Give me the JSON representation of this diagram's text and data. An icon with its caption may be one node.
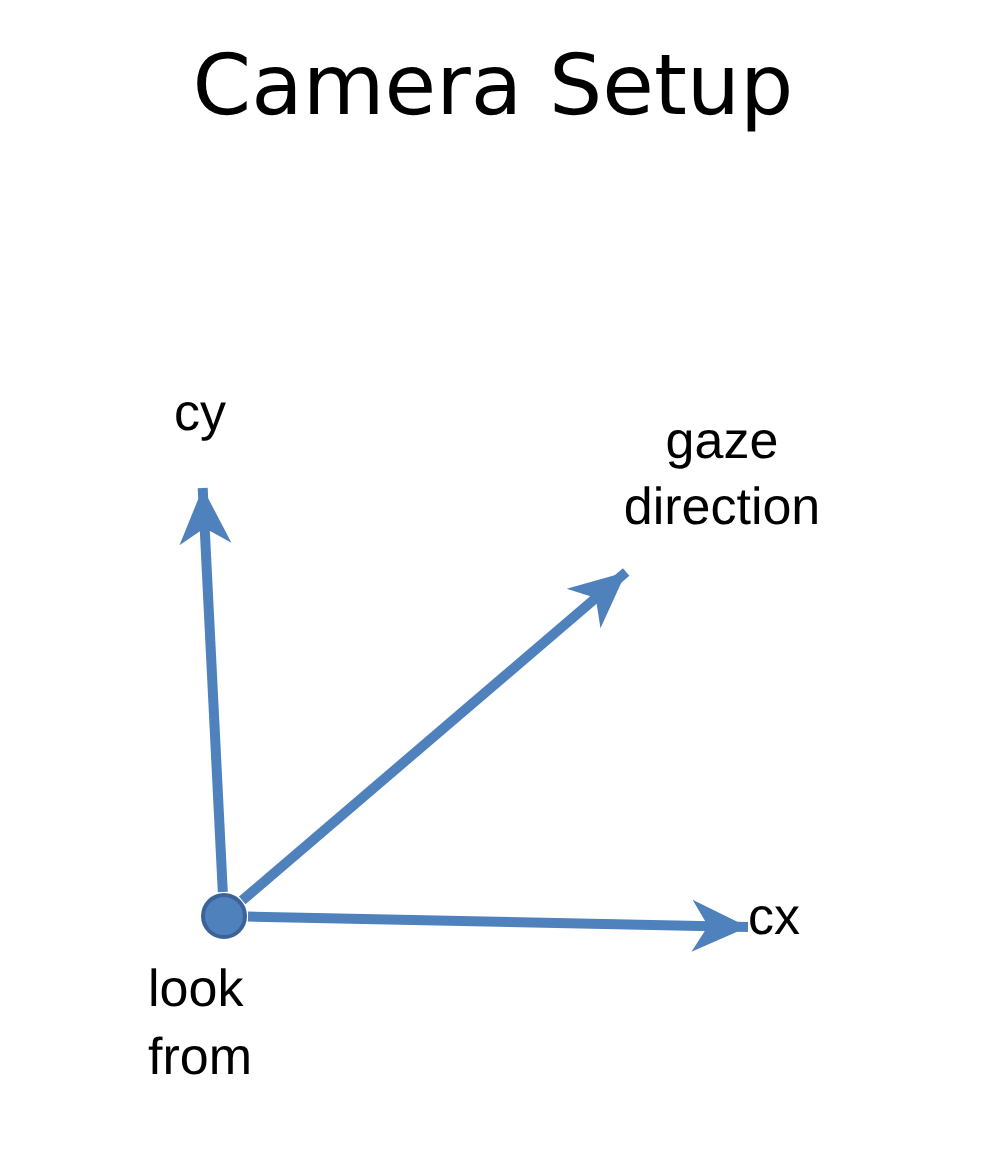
{
  "diagram": {
    "title": "Camera Setup",
    "nodes": [
      {
        "text": [],
        "shape": "circle",
        "beside": [
          "look from"
        ]
      },
      {
        "text": [
          "cy"
        ]
      },
      {
        "text": [
          "gaze direction"
        ]
      },
      {
        "text": [
          "cx"
        ]
      }
    ],
    "edges": [
      {
        "from": 0,
        "to": 1,
        "arrow": "to"
      },
      {
        "from": 0,
        "to": 2,
        "arrow": "to"
      },
      {
        "from": 0,
        "to": 3,
        "arrow": "to"
      }
    ]
  }
}
